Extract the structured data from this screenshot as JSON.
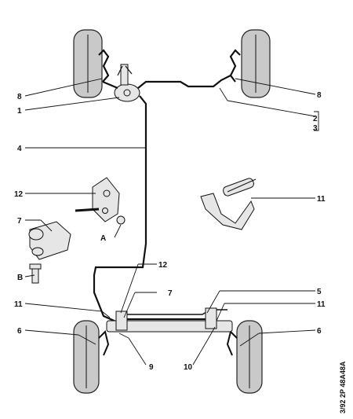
{
  "callouts": {
    "c1": "1",
    "c2": "2",
    "c3": "3",
    "c4": "4",
    "c5": "5",
    "c6_left": "6",
    "c6_right": "6",
    "c7_top": "7",
    "c7_bottom": "7",
    "c8_left": "8",
    "c8_right": "8",
    "c9": "9",
    "c10": "10",
    "c11_top": "11",
    "c11_left": "11",
    "c11_right": "11",
    "c12_top": "12",
    "c12_bottom": "12",
    "cA": "A",
    "cB": "B"
  },
  "reference": "3/92  2P  48A48A"
}
